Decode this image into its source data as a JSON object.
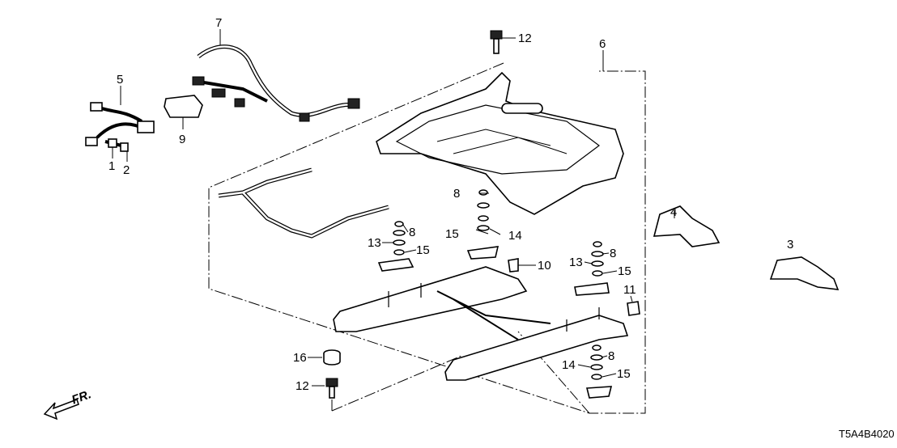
{
  "diagram": {
    "callouts": [
      {
        "id": "c7",
        "text": "7"
      },
      {
        "id": "c5",
        "text": "5"
      },
      {
        "id": "c9",
        "text": "9"
      },
      {
        "id": "c1",
        "text": "1"
      },
      {
        "id": "c2",
        "text": "2"
      },
      {
        "id": "c12a",
        "text": "12"
      },
      {
        "id": "c6",
        "text": "6"
      },
      {
        "id": "c4",
        "text": "4"
      },
      {
        "id": "c3",
        "text": "3"
      },
      {
        "id": "c8a",
        "text": "8"
      },
      {
        "id": "c15a",
        "text": "15"
      },
      {
        "id": "c14a",
        "text": "14"
      },
      {
        "id": "c8b",
        "text": "8"
      },
      {
        "id": "c13a",
        "text": "13"
      },
      {
        "id": "c15b",
        "text": "15"
      },
      {
        "id": "c10",
        "text": "10"
      },
      {
        "id": "c8c",
        "text": "8"
      },
      {
        "id": "c13b",
        "text": "13"
      },
      {
        "id": "c15c",
        "text": "15"
      },
      {
        "id": "c11",
        "text": "11"
      },
      {
        "id": "c16",
        "text": "16"
      },
      {
        "id": "c12b",
        "text": "12"
      },
      {
        "id": "c8d",
        "text": "8"
      },
      {
        "id": "c14b",
        "text": "14"
      },
      {
        "id": "c15d",
        "text": "15"
      }
    ],
    "front_indicator": "FR.",
    "diagram_code": "T5A4B4020"
  }
}
